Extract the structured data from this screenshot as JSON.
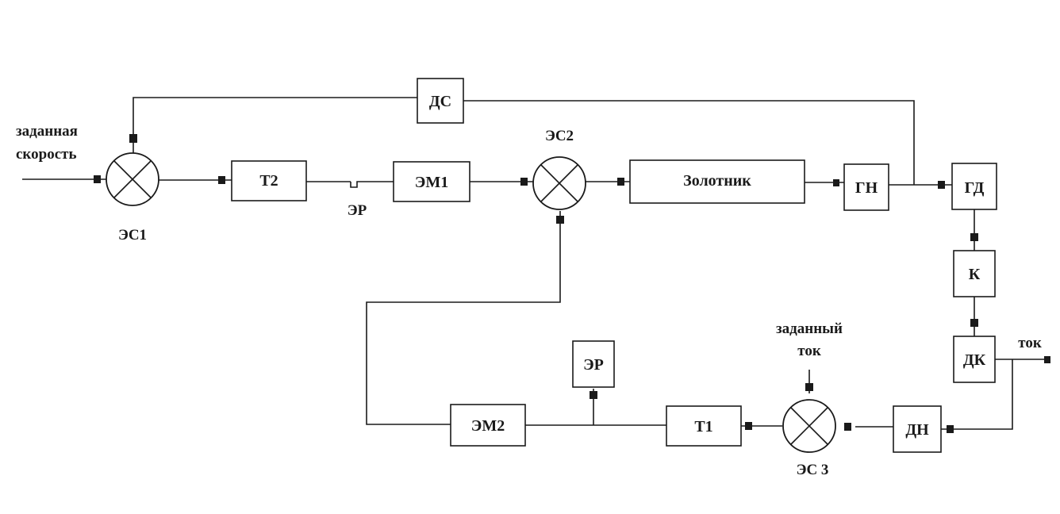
{
  "blocks": {
    "ds": "ДС",
    "t2": "Т2",
    "em1": "ЭМ1",
    "zolotnik": "Золотник",
    "gn": "ГН",
    "gd": "ГД",
    "k": "К",
    "dk": "ДК",
    "dn": "ДН",
    "t1": "Т1",
    "em2": "ЭМ2",
    "er2": "ЭР"
  },
  "summators": {
    "es1": "ЭС1",
    "es2": "ЭС2",
    "es3": "ЭС 3"
  },
  "labels": {
    "speed_line1": "заданная",
    "speed_line2": "скорость",
    "er1": "ЭР",
    "current_line1": "заданный",
    "current_line2": "ток",
    "current_out": "ток"
  }
}
